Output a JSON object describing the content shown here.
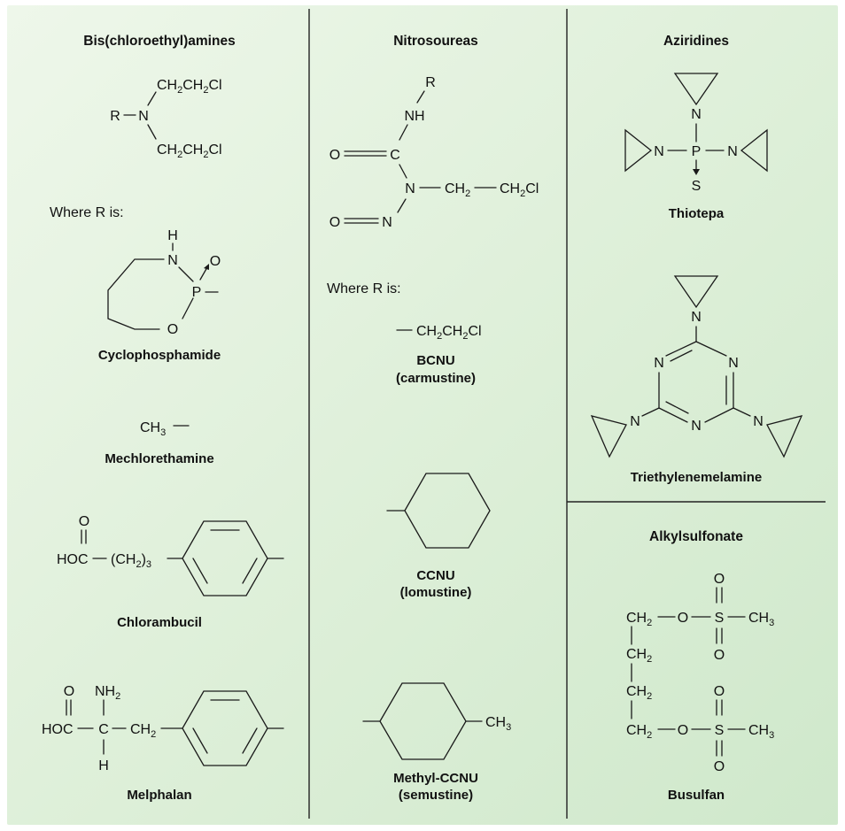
{
  "columns": {
    "bis": {
      "heading": "Bis(chloroethyl)amines",
      "core_r": "R",
      "core_n": "N",
      "core_arm_top": "CH2CH2Cl",
      "core_arm_bottom": "CH2CH2Cl",
      "where_r": "Where R is:",
      "cyclo_h": "H",
      "cyclo_n": "N",
      "cyclo_p": "P",
      "cyclo_o_ring": "O",
      "cyclo_o_top": "O",
      "cyclo_name": "Cyclophosphamide",
      "mech_group": "CH3",
      "mech_name": "Mechlorethamine",
      "chlor_o": "O",
      "chlor_hoc": "HOC",
      "chlor_chain": "(CH2)3",
      "chlor_name": "Chlorambucil",
      "melph_o": "O",
      "melph_nh2": "NH2",
      "melph_hoc": "HOC",
      "melph_c": "C",
      "melph_ch2": "CH2",
      "melph_h": "H",
      "melph_name": "Melphalan"
    },
    "nitro": {
      "heading": "Nitrosoureas",
      "r": "R",
      "nh": "NH",
      "o1": "O",
      "c": "C",
      "n": "N",
      "ch2": "CH2",
      "ch2cl": "CH2Cl",
      "o2": "O",
      "n2": "N",
      "where_r": "Where R is:",
      "bcnu_group": "CH2CH2Cl",
      "bcnu_name": "BCNU",
      "bcnu_sub": "(carmustine)",
      "ccnu_name": "CCNU",
      "ccnu_sub": "(lomustine)",
      "meccnu_ch3": "CH3",
      "meccnu_name": "Methyl-CCNU",
      "meccnu_sub": "(semustine)"
    },
    "azir": {
      "heading": "Aziridines",
      "thio_n_top": "N",
      "thio_n_left": "N",
      "thio_p": "P",
      "thio_n_right": "N",
      "thio_s": "S",
      "thio_name": "Thiotepa",
      "tem_n_top": "N",
      "tem_ring_n1": "N",
      "tem_ring_n2": "N",
      "tem_ring_n3": "N",
      "tem_n_left": "N",
      "tem_n_right": "N",
      "tem_name": "Triethylenemelamine"
    },
    "alkyl": {
      "heading": "Alkylsulfonate",
      "ch2_1": "CH2",
      "o_1": "O",
      "s_1": "S",
      "ch3_1": "CH3",
      "o_up_1": "O",
      "o_down_1": "O",
      "ch2_2": "CH2",
      "ch2_3": "CH2",
      "ch2_4": "CH2",
      "o_2": "O",
      "s_2": "S",
      "ch3_2": "CH3",
      "o_up_2": "O",
      "o_down_2": "O",
      "name": "Busulfan"
    }
  }
}
